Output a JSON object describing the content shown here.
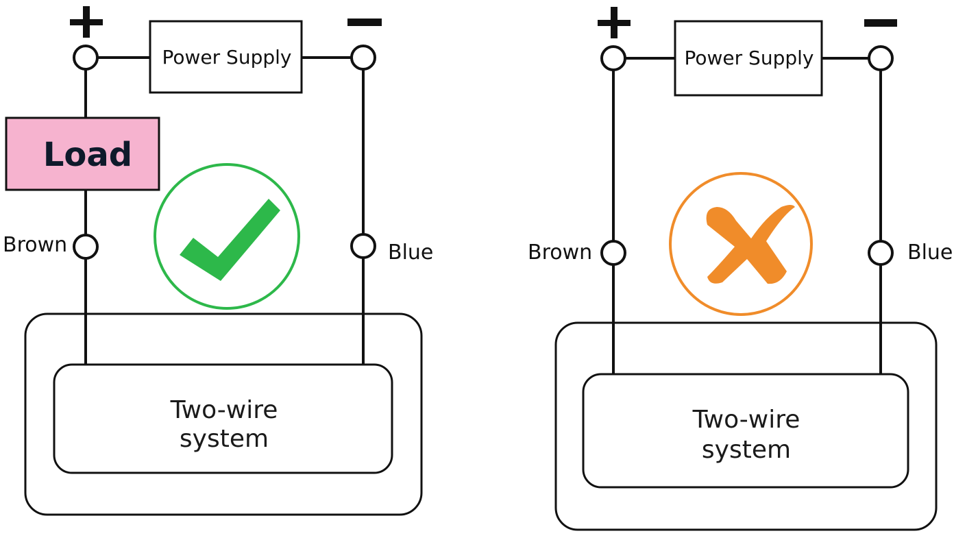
{
  "colors": {
    "ok": "#2db84a",
    "wrong": "#f08c2a",
    "load_fill": "#f6b3cf",
    "line": "#111111"
  },
  "icons": {
    "plus": "plus-icon",
    "minus": "minus-icon",
    "ok": "check-icon",
    "wrong": "cross-icon"
  },
  "left": {
    "power_supply_label": "Power Supply",
    "load_label": "Load",
    "brown_label": "Brown",
    "blue_label": "Blue",
    "system_line1": "Two-wire",
    "system_line2": "system"
  },
  "right": {
    "power_supply_label": "Power Supply",
    "brown_label": "Brown",
    "blue_label": "Blue",
    "system_line1": "Two-wire",
    "system_line2": "system"
  }
}
